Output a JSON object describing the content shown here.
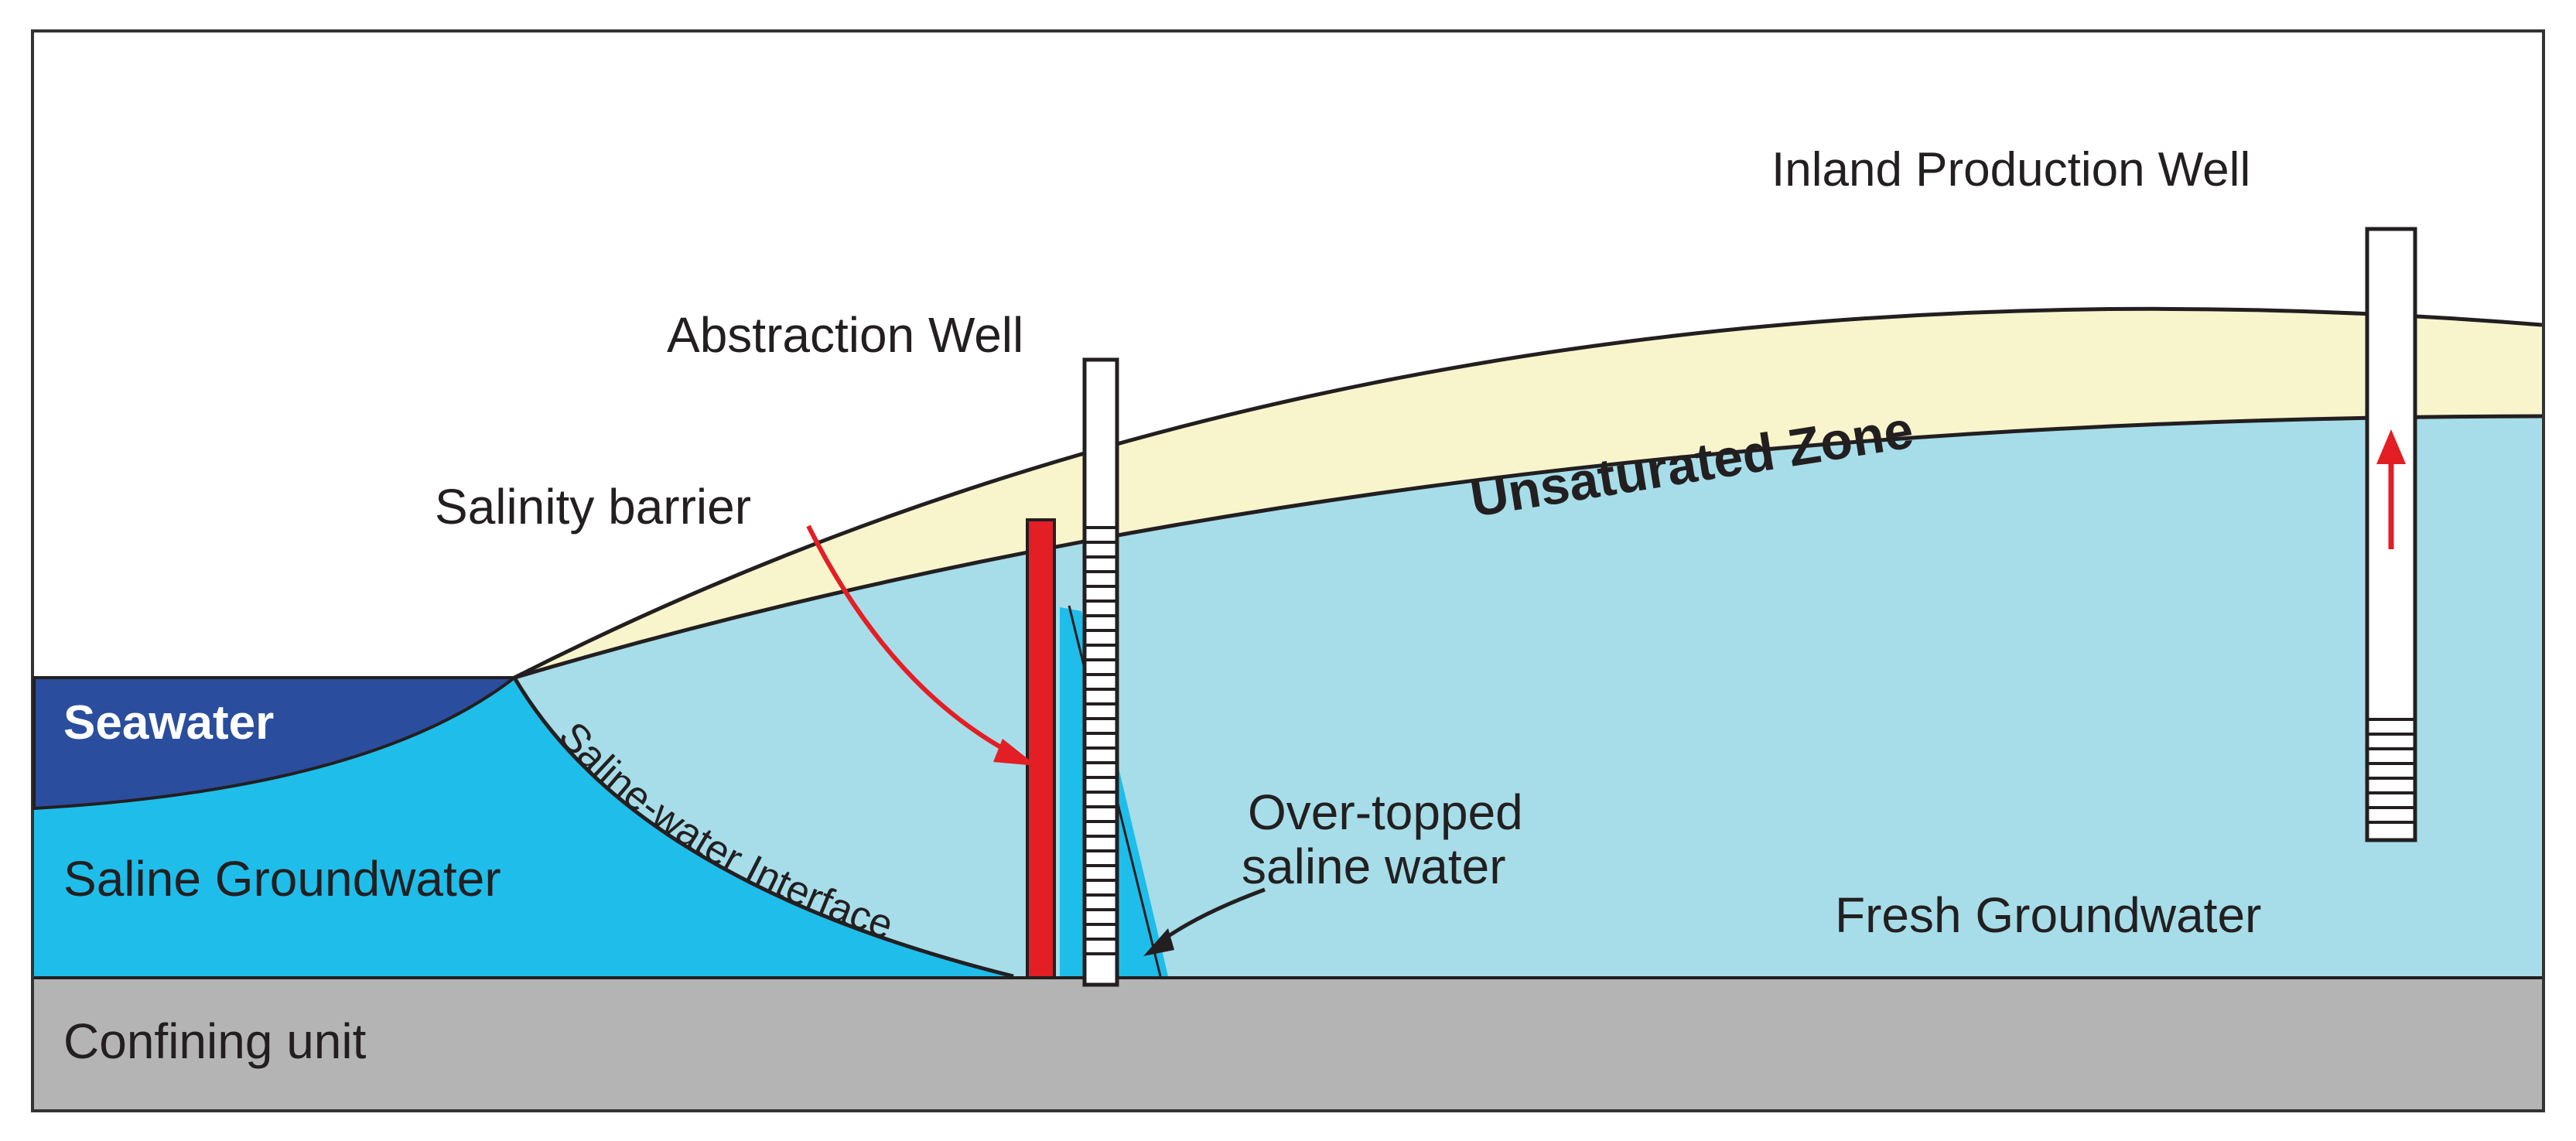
{
  "labels": {
    "inland_well": "Inland Production Well",
    "abstraction_well": "Abstraction Well",
    "unsaturated_zone": "Unsaturated Zone",
    "salinity_barrier": "Salinity barrier",
    "seawater": "Seawater",
    "interface": "Saline-water Interface",
    "overtopped_line1": "Over-topped",
    "overtopped_line2": "saline water",
    "saline_groundwater": "Saline Groundwater",
    "fresh_groundwater": "Fresh Groundwater",
    "confining_unit": "Confining unit"
  },
  "colors": {
    "seawater": "#2a4d9e",
    "saline_groundwater": "#1fbdea",
    "fresh_groundwater": "#a6dde9",
    "unsaturated_zone": "#f8f4cc",
    "confining_unit": "#b4b4b4",
    "salinity_barrier": "#e31e24",
    "arrow": "#e31e24"
  }
}
